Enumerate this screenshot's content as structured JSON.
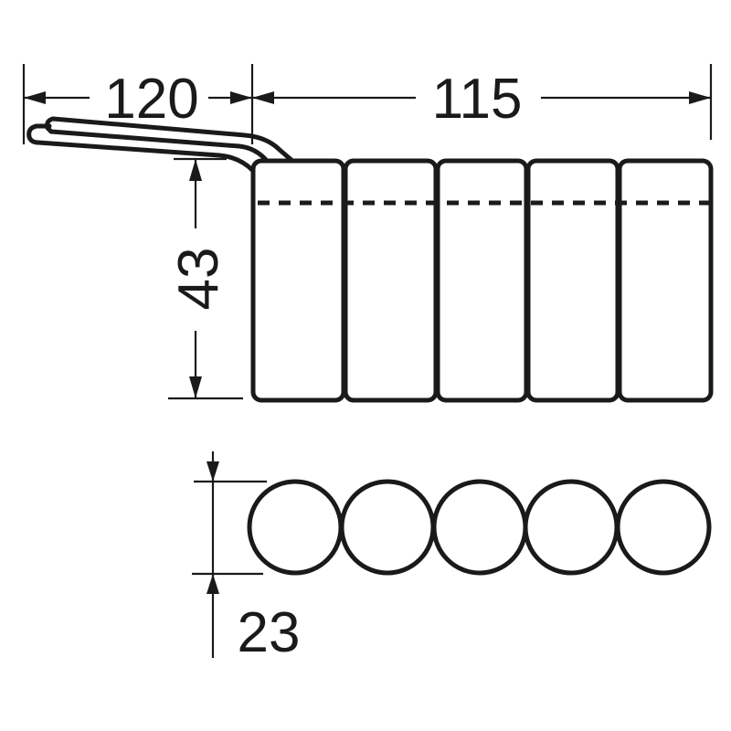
{
  "diagram": {
    "subject": "battery pack dimensional drawing",
    "colors": {
      "line": "#1a1a1a",
      "background": "#ffffff"
    },
    "dimensions": {
      "lead_length": {
        "value": "120",
        "label": "120"
      },
      "pack_length": {
        "value": "115",
        "label": "115"
      },
      "pack_height": {
        "value": "43",
        "label": "43"
      },
      "cell_diameter": {
        "value": "23",
        "label": "23"
      }
    },
    "side_view": {
      "cell_count": 5,
      "has_dashed_line": true
    },
    "end_view": {
      "circle_count": 5
    }
  }
}
